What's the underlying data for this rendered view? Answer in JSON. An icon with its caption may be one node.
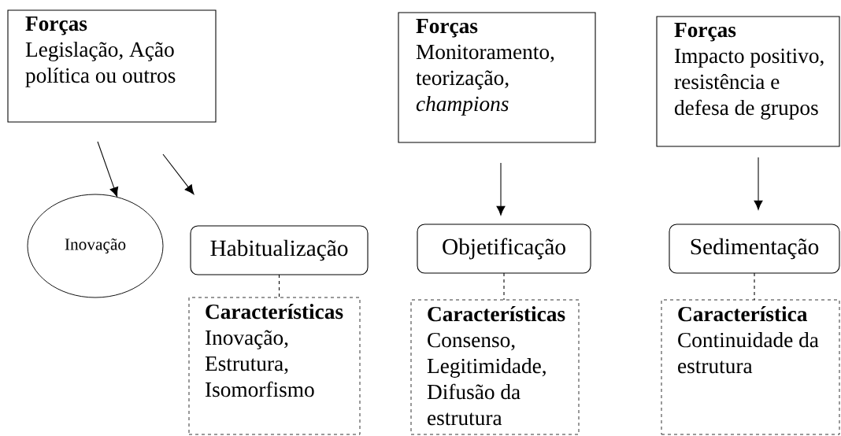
{
  "diagram": {
    "nodes": [
      {
        "text": [
          "Forças",
          "Legislação, Ação política ou outros"
        ]
      },
      {
        "text": [
          "Forças",
          "Monitoramento, teorização, *champions*"
        ]
      },
      {
        "text": [
          "Forças",
          "Impacto positivo, resistência e defesa de grupos"
        ]
      },
      {
        "text": [
          "Inovação"
        ]
      },
      {
        "text": [
          "Habitualização"
        ]
      },
      {
        "text": [
          "Objetificação"
        ]
      },
      {
        "text": [
          "Sedimentação"
        ]
      },
      {
        "text": [
          "Características",
          "Inovação, Estrutura, Isomorfismo"
        ]
      },
      {
        "text": [
          "Características",
          "Consenso, Legitimidade, Difusão da estrutura"
        ]
      },
      {
        "text": [
          "Característica",
          "Continuidade da estrutura"
        ]
      }
    ],
    "edges": [
      {
        "from": 0,
        "to": 3,
        "arrow": "to"
      },
      {
        "from": 0,
        "to": 4,
        "arrow": "to"
      },
      {
        "from": 1,
        "to": 5,
        "arrow": "to"
      },
      {
        "from": 2,
        "to": 6,
        "arrow": "to"
      },
      {
        "from": 4,
        "to": 7,
        "arrow": "none",
        "style": "dashed"
      },
      {
        "from": 5,
        "to": 8,
        "arrow": "none",
        "style": "dashed"
      },
      {
        "from": 6,
        "to": 9,
        "arrow": "none",
        "style": "dashed"
      }
    ]
  }
}
